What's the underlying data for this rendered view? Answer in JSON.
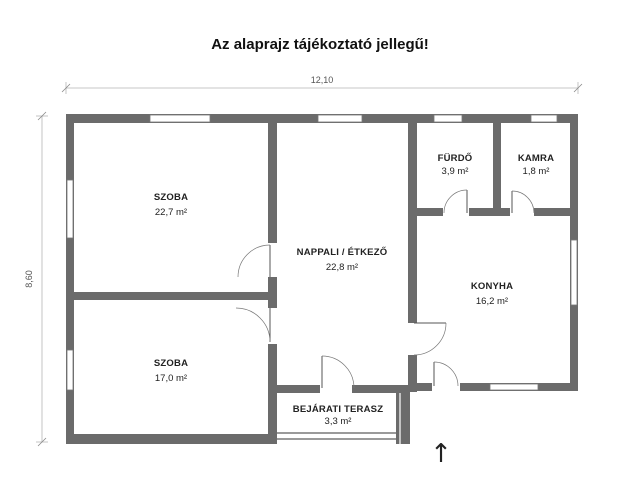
{
  "title": "Az alaprajz tájékoztató jellegű!",
  "dimensions": {
    "width": "12,10",
    "height": "8,60"
  },
  "rooms": [
    {
      "name": "SZOBA",
      "area": "22,7 m²"
    },
    {
      "name": "SZOBA",
      "area": "17,0 m²"
    },
    {
      "name": "NAPPALI / ÉTKEZŐ",
      "area": "22,8 m²"
    },
    {
      "name": "FÜRDŐ",
      "area": "3,9 m²"
    },
    {
      "name": "KAMRA",
      "area": "1,8 m²"
    },
    {
      "name": "KONYHA",
      "area": "16,2 m²"
    },
    {
      "name": "BEJÁRATI TERASZ",
      "area": "3,3 m²"
    }
  ],
  "entrance_arrow": "↑"
}
